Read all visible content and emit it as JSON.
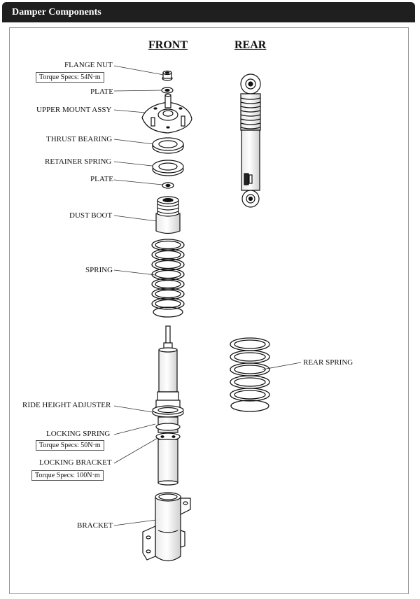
{
  "header": {
    "title": "Damper Components"
  },
  "columns": {
    "front": "FRONT",
    "rear": "REAR"
  },
  "labels": {
    "flange_nut": "FLANGE NUT",
    "plate_top": "PLATE",
    "upper_mount": "UPPER MOUNT ASSY",
    "thrust_bearing": "THRUST BEARING",
    "retainer_spring": "RETAINER SPRING",
    "plate_lower": "PLATE",
    "dust_boot": "DUST BOOT",
    "spring": "SPRING",
    "ride_height_adjuster": "RIDE HEIGHT ADJUSTER",
    "locking_spring": "LOCKING SPRING",
    "locking_bracket": "LOCKING BRACKET",
    "bracket": "BRACKET",
    "rear_spring": "REAR SPRING"
  },
  "torque": {
    "flange_nut": "Torque Specs: 54N·m",
    "locking_spring": "Torque Specs: 50N·m",
    "locking_bracket": "Torque Specs: 100N·m"
  }
}
